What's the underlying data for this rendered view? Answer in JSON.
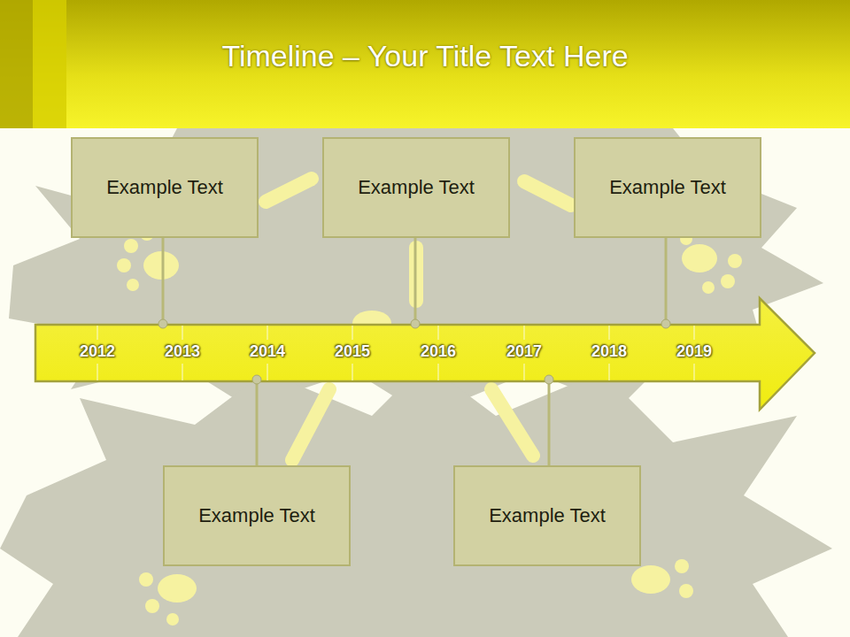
{
  "diagram": {
    "title": "Timeline – Your Title Text Here",
    "nodes": [
      {
        "text": [
          "Example Text"
        ]
      },
      {
        "text": [
          "Example Text"
        ]
      },
      {
        "text": [
          "Example Text"
        ]
      },
      {
        "text": [
          "Example Text"
        ]
      },
      {
        "text": [
          "Example Text"
        ]
      }
    ],
    "labels": [
      "2012",
      "2013",
      "2014",
      "2015",
      "2016",
      "2017",
      "2018",
      "2019"
    ]
  }
}
